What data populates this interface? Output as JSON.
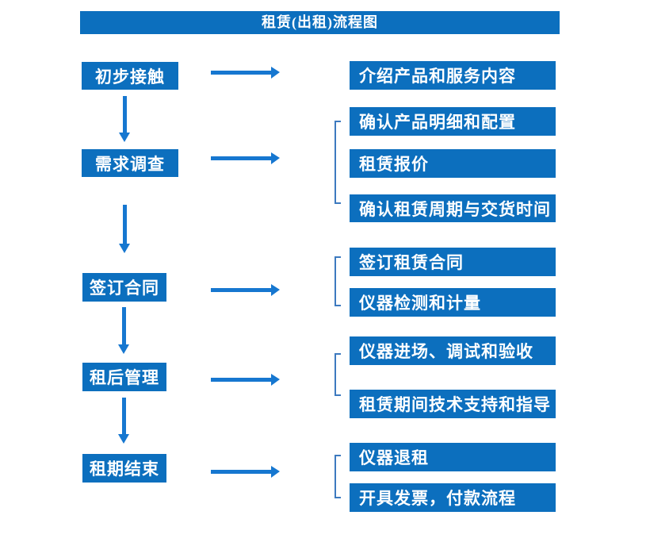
{
  "title": "租赁(出租)流程图",
  "colors": {
    "box_blue": "#0C6FBE",
    "arrow_blue": "#1677D0",
    "bracket_blue": "#3D7ABF",
    "text_white": "#FFFFFF"
  },
  "steps": [
    {
      "label": "初步接触"
    },
    {
      "label": "需求调查"
    },
    {
      "label": "签订合同"
    },
    {
      "label": "租后管理"
    },
    {
      "label": "租期结束"
    }
  ],
  "details": [
    {
      "label": "介绍产品和服务内容"
    },
    {
      "label": "确认产品明细和配置"
    },
    {
      "label": "租赁报价"
    },
    {
      "label": "确认租赁周期与交货时间"
    },
    {
      "label": "签订租赁合同"
    },
    {
      "label": "仪器检测和计量"
    },
    {
      "label": "仪器进场、调试和验收"
    },
    {
      "label": "租赁期间技术支持和指导"
    },
    {
      "label": "仪器退租"
    },
    {
      "label": "开具发票，付款流程"
    }
  ]
}
